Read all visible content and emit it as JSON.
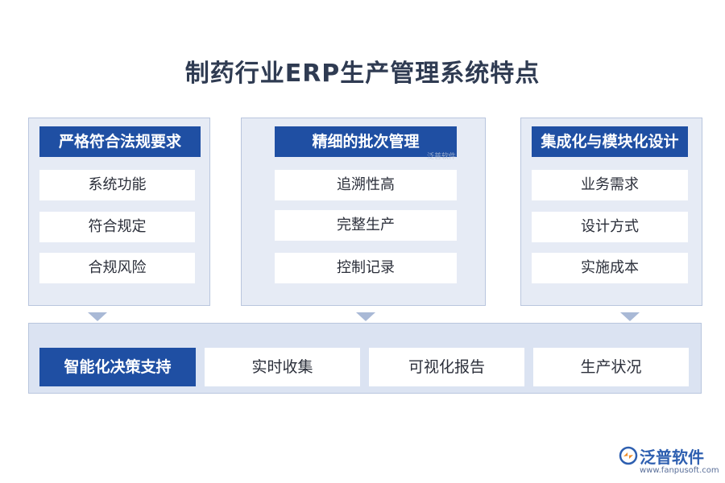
{
  "title": "制药行业ERP生产管理系统特点",
  "panels": [
    {
      "heading": "严格符合法规要求",
      "items": [
        "系统功能",
        "符合规定",
        "合规风险"
      ]
    },
    {
      "heading": "精细的批次管理",
      "items": [
        "追溯性高",
        "完整生产",
        "控制记录"
      ]
    },
    {
      "heading": "集成化与模块化设计",
      "items": [
        "业务需求",
        "设计方式",
        "实施成本"
      ]
    }
  ],
  "bottom": {
    "cells": [
      "智能化决策支持",
      "实时收集",
      "可视化报告",
      "生产状况"
    ]
  },
  "watermark": "泛普软件",
  "logo": {
    "name": "泛普软件",
    "url": "www.fanpusoft.com"
  },
  "colors": {
    "accent": "#1f4fa3",
    "panel_bg": "#e6ebf5",
    "bottom_bg": "#dbe3f2",
    "arrow": "#a9b9d6"
  }
}
